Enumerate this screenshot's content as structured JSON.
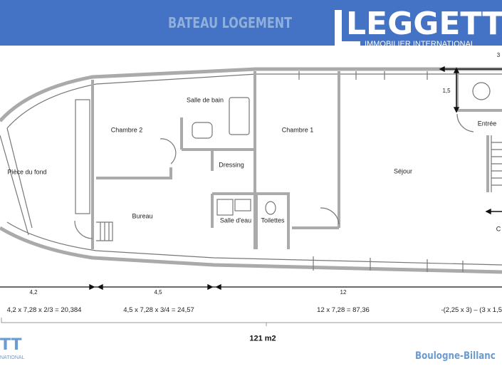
{
  "header": {
    "title": "BATEAU LOGEMENT",
    "logo_word": "LEGGETT",
    "logo_subtitle": "IMMOBILIER INTERNATIONAL",
    "banner_color": "#4472c4"
  },
  "rooms": {
    "salle_de_bain": "Salle de bain",
    "chambre_2": "Chambre 2",
    "chambre_1": "Chambre 1",
    "entree": "Entrée",
    "dressing": "Dressing",
    "piece_du_fond": "Pièce du fond",
    "sejour": "Séjour",
    "bureau": "Bureau",
    "salle_deau": "Salle d'eau",
    "toilettes": "Toilettes",
    "cropped_right": "C"
  },
  "dimensions": {
    "entry_width": "3",
    "entry_depth": "1,5",
    "segments": [
      "4,2",
      "4,5",
      "12"
    ]
  },
  "formulas": [
    "4,2 x 7,28 x 2/3 = 20,384",
    "4,5 x 7,28 x 3/4 = 24,57",
    "12 x 7,28 = 87,36",
    "-(2,25 x 3) – (3 x 1,5"
  ],
  "total_area": "121 m2",
  "footer": {
    "logo_fragment": "TT",
    "logo_sub_fragment": "NATIONAL",
    "city": "Boulogne-Billanc"
  }
}
